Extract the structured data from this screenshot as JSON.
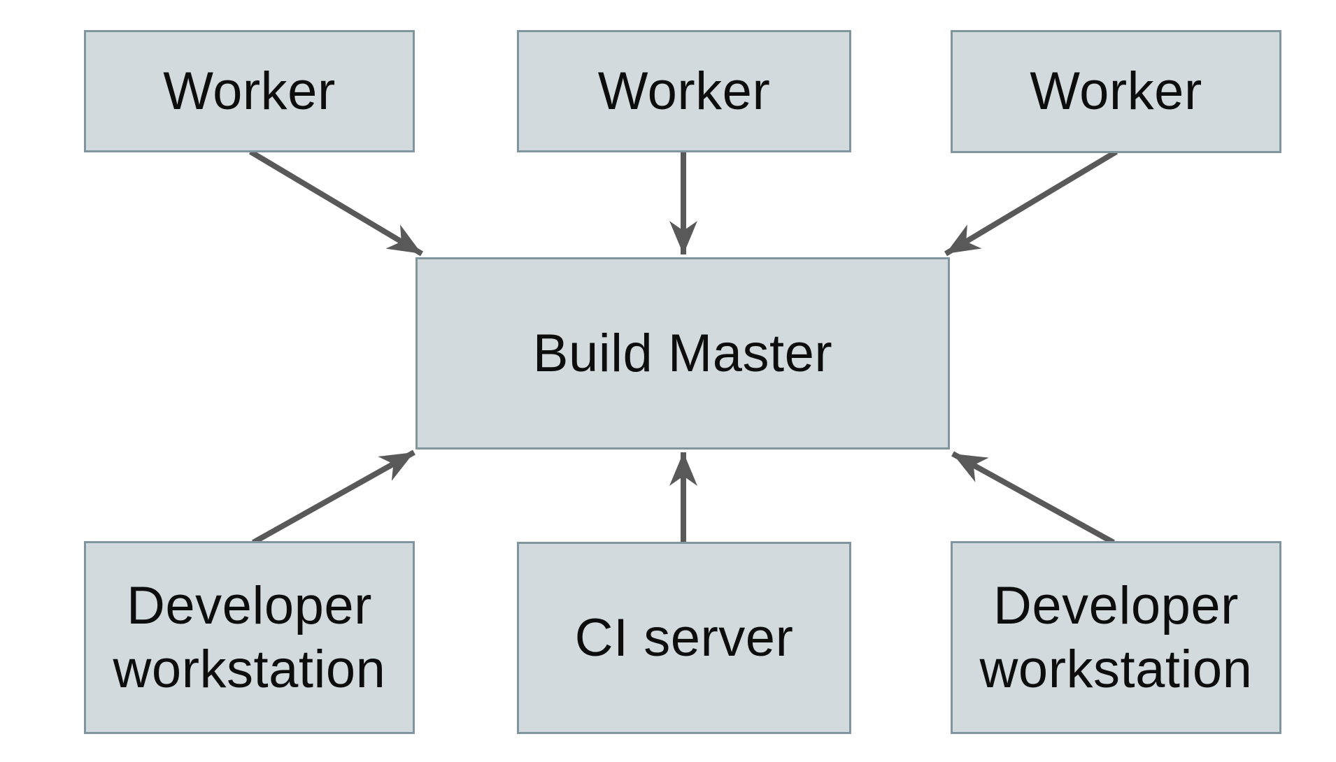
{
  "diagram": {
    "colors": {
      "background": "#ffffff",
      "node_fill": "#d2dadd",
      "node_border": "#7f969f",
      "arrow": "#595959",
      "text": "#0d0d0d"
    },
    "nodes": {
      "worker_left": {
        "label": "Worker"
      },
      "worker_middle": {
        "label": "Worker"
      },
      "worker_right": {
        "label": "Worker"
      },
      "build_master": {
        "label": "Build Master"
      },
      "dev_workstation_left": {
        "line1": "Developer",
        "line2": "workstation"
      },
      "ci_server": {
        "label": "CI server"
      },
      "dev_workstation_right": {
        "line1": "Developer",
        "line2": "workstation"
      }
    },
    "edges": [
      {
        "from": "worker-left",
        "to": "build-master"
      },
      {
        "from": "worker-middle",
        "to": "build-master"
      },
      {
        "from": "worker-right",
        "to": "build-master"
      },
      {
        "from": "developer-workstation-left",
        "to": "build-master"
      },
      {
        "from": "ci-server",
        "to": "build-master"
      },
      {
        "from": "developer-workstation-right",
        "to": "build-master"
      }
    ]
  }
}
